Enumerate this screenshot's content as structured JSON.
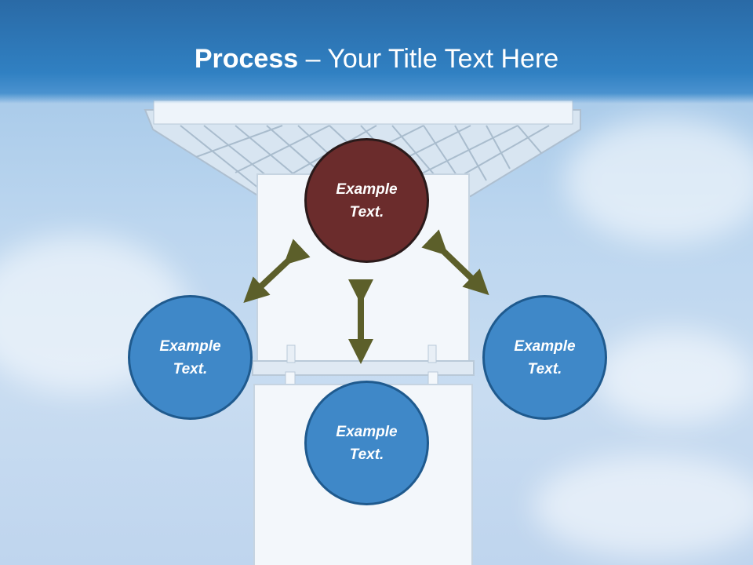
{
  "title": {
    "bold": "Process",
    "rest": " – Your Title Text Here"
  },
  "nodes": {
    "top": "Example\nText.",
    "left": "Example\nText.",
    "right": "Example\nText.",
    "bottom": "Example\nText."
  },
  "colors": {
    "title_band": "#2e76b6",
    "node_blue": "#3f88c8",
    "node_brown": "#6b2c2c",
    "arrow": "#5c5f2a"
  }
}
